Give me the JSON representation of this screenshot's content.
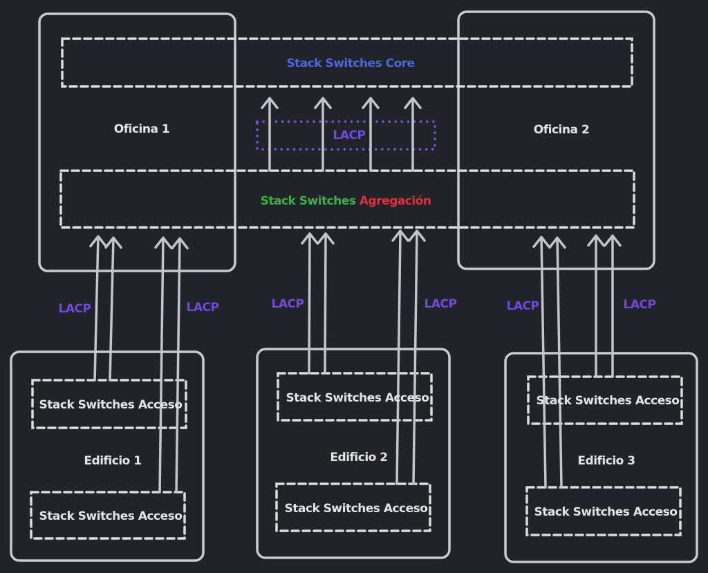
{
  "diagram": {
    "title_core": "Stack Switches Core",
    "aggregation_label_part1": "Stack Switches",
    "aggregation_label_part2": "Agregación",
    "core_lacp": "LACP",
    "offices": [
      {
        "label": "Oficina 1"
      },
      {
        "label": "Oficina 2"
      }
    ],
    "buildings": [
      {
        "label": "Edificio 1",
        "access_top": "Stack Switches Acceso",
        "access_bottom": "Stack Switches Acceso",
        "lacp_left": "LACP",
        "lacp_right": "LACP"
      },
      {
        "label": "Edificio 2",
        "access_top": "Stack Switches Acceso",
        "access_bottom": "Stack Switches Acceso",
        "lacp_left": "LACP",
        "lacp_right": "LACP"
      },
      {
        "label": "Edificio 3",
        "access_top": "Stack Switches Acceso",
        "access_bottom": "Stack Switches Acceso",
        "lacp_left": "LACP",
        "lacp_right": "LACP"
      }
    ],
    "colors": {
      "background": "#212328",
      "core_text": "#4a68e0",
      "aggregation_green": "#3fae4a",
      "aggregation_red": "#e02e3c",
      "lacp": "#6e4ae0",
      "stroke": "#c9cbd1"
    }
  }
}
